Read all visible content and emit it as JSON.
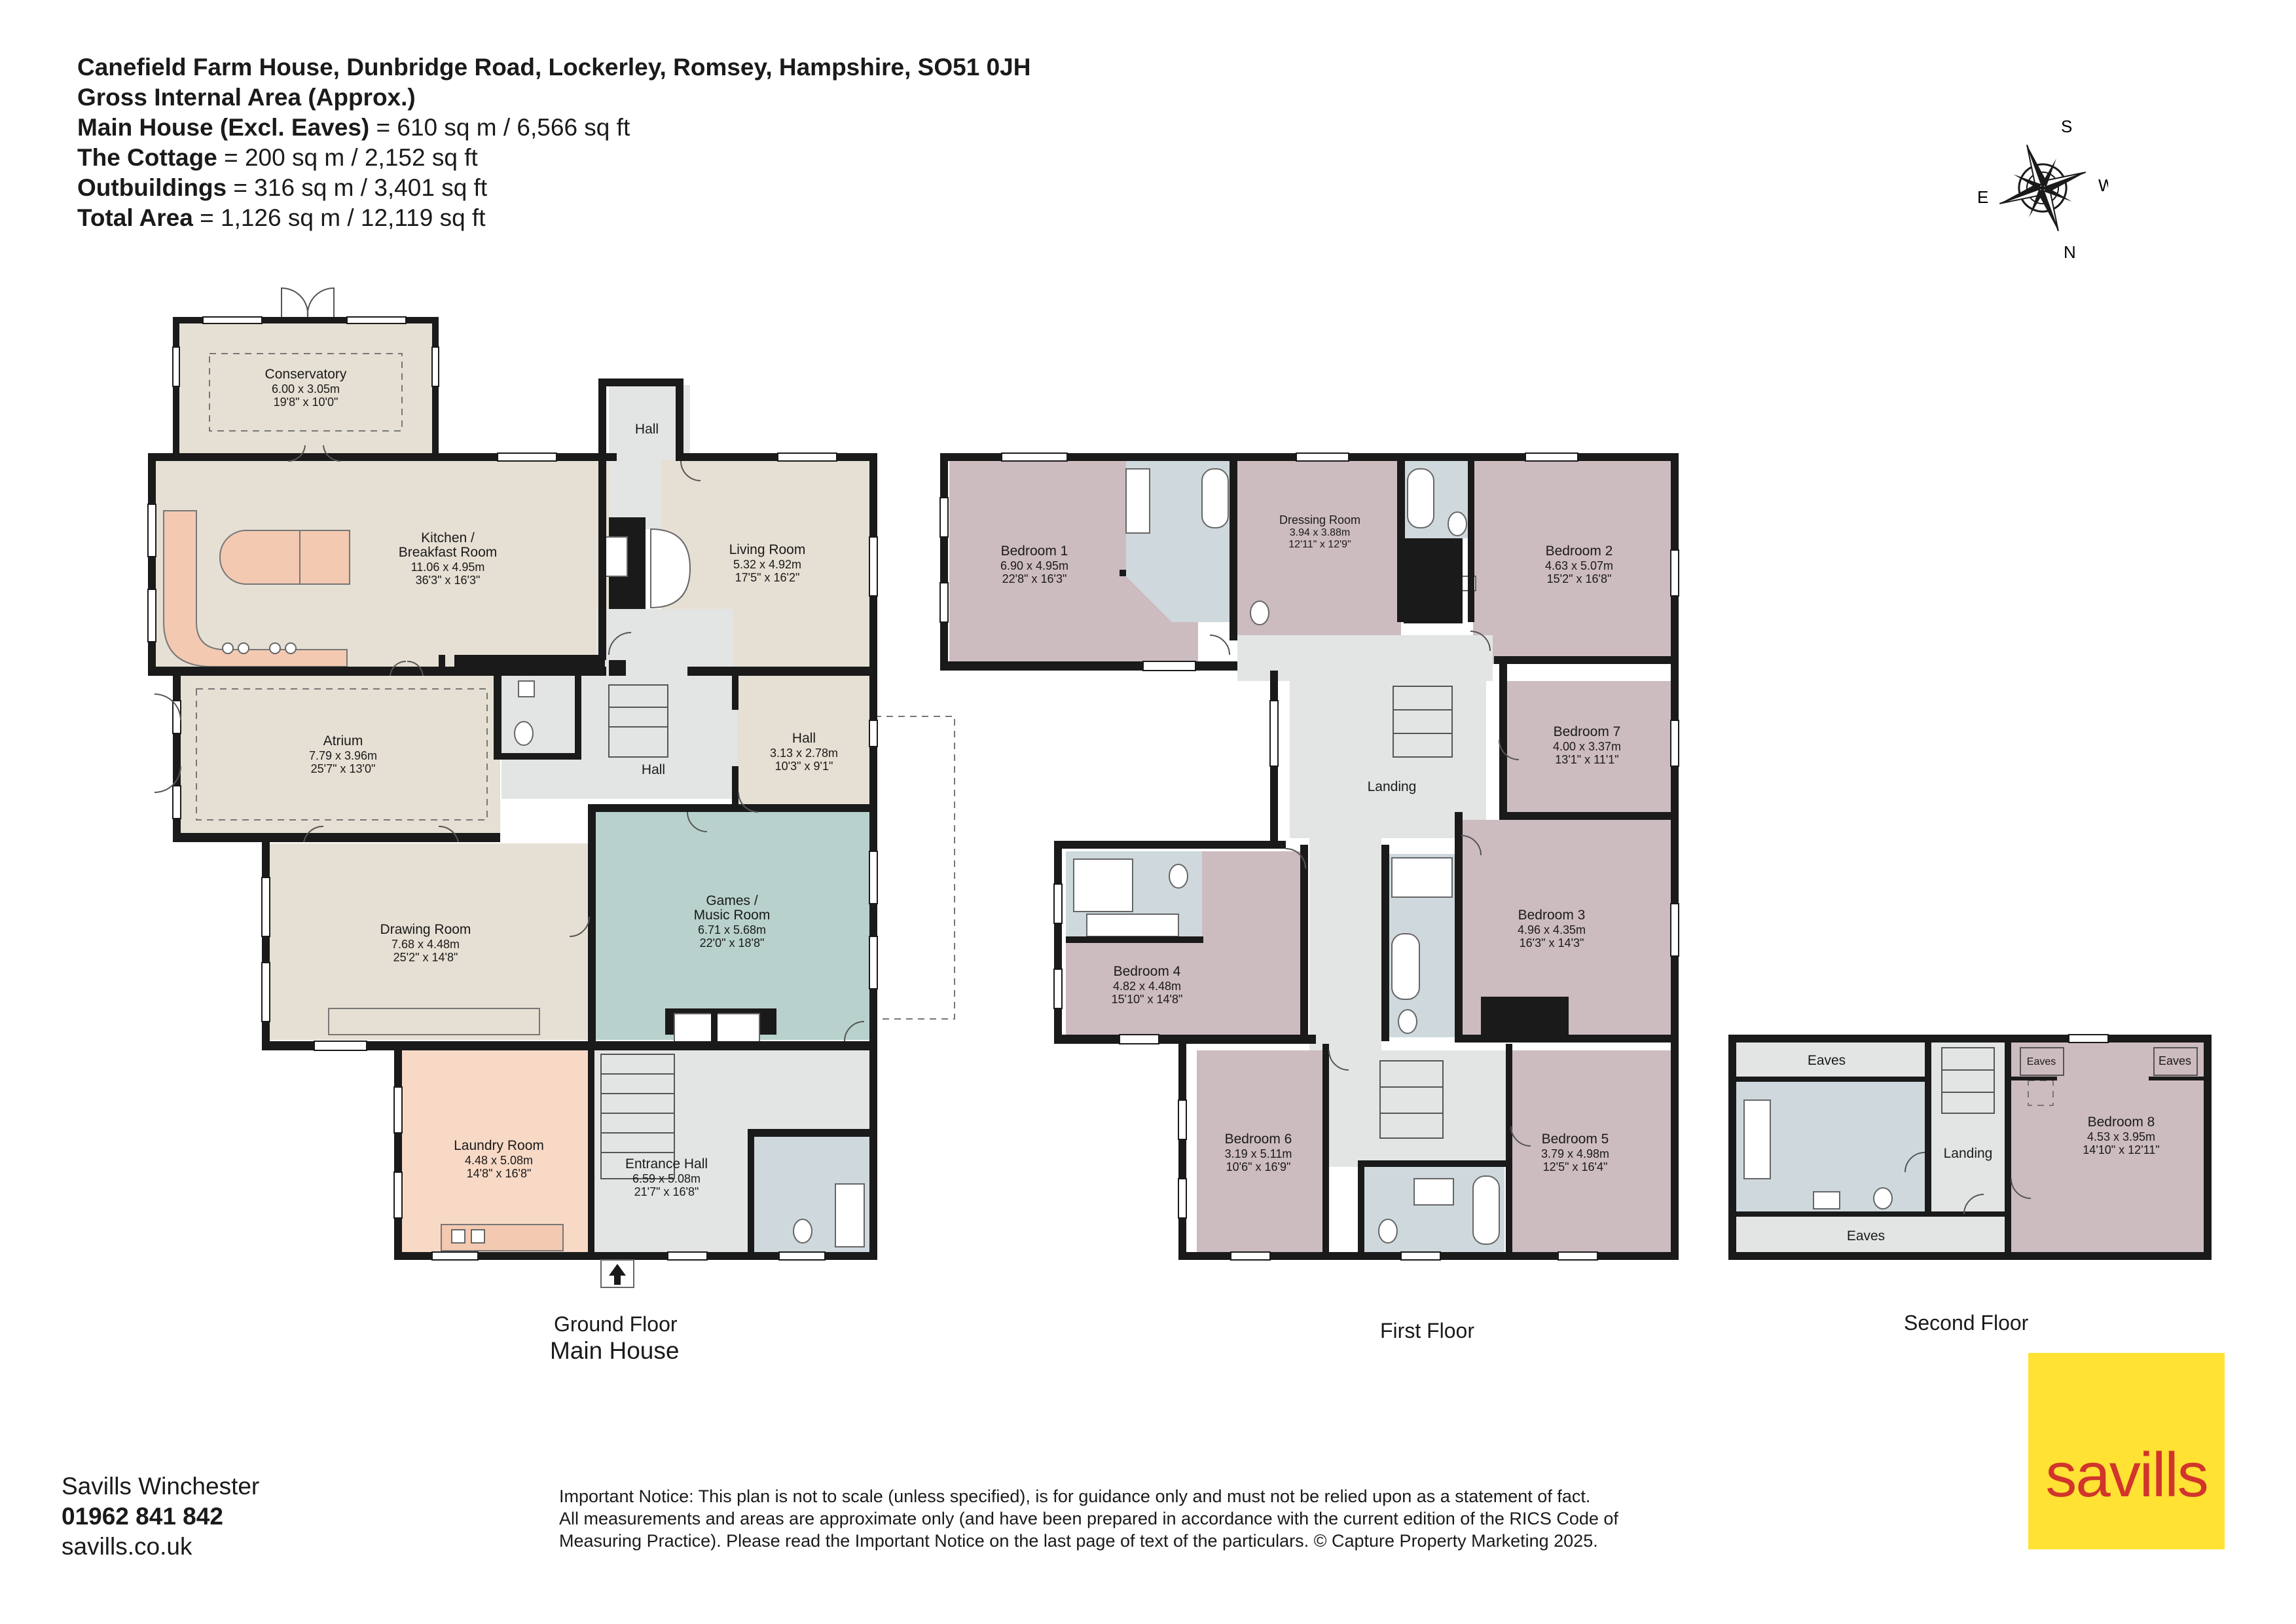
{
  "header": {
    "address": "Canefield Farm House, Dunbridge Road, Lockerley, Romsey, Hampshire, SO51 0JH",
    "gia": "Gross Internal Area (Approx.)",
    "areas": [
      {
        "label": "Main House (Excl. Eaves)",
        "value": " = 610 sq m / 6,566 sq ft"
      },
      {
        "label": "The Cottage",
        "value": " = 200 sq m / 2,152 sq ft"
      },
      {
        "label": "Outbuildings",
        "value": " = 316 sq m / 3,401 sq ft"
      },
      {
        "label": "Total Area",
        "value": " = 1,126 sq m / 12,119 sq ft"
      }
    ]
  },
  "compass": {
    "s": "S",
    "w": "W",
    "n": "N",
    "e": "E"
  },
  "rooms": {
    "conservatory": {
      "name": "Conservatory",
      "metric": "6.00 x 3.05m",
      "imperial": "19'8\" x 10'0\""
    },
    "kitchen": {
      "name": "Kitchen /",
      "name2": "Breakfast Room",
      "metric": "11.06 x 4.95m",
      "imperial": "36'3\" x 16'3\""
    },
    "hall_top": {
      "name": "Hall"
    },
    "living": {
      "name": "Living Room",
      "metric": "5.32 x 4.92m",
      "imperial": "17'5\" x 16'2\""
    },
    "atrium": {
      "name": "Atrium",
      "metric": "7.79 x 3.96m",
      "imperial": "25'7\" x 13'0\""
    },
    "hall_mid": {
      "name": "Hall"
    },
    "hall_right": {
      "name": "Hall",
      "metric": "3.13 x 2.78m",
      "imperial": "10'3\" x 9'1\""
    },
    "drawing": {
      "name": "Drawing Room",
      "metric": "7.68 x 4.48m",
      "imperial": "25'2\" x 14'8\""
    },
    "games": {
      "name": "Games /",
      "name2": "Music Room",
      "metric": "6.71 x 5.68m",
      "imperial": "22'0\" x 18'8\""
    },
    "laundry": {
      "name": "Laundry Room",
      "metric": "4.48 x 5.08m",
      "imperial": "14'8\" x 16'8\""
    },
    "entrance": {
      "name": "Entrance Hall",
      "metric": "6.59 x 5.08m",
      "imperial": "21'7\" x 16'8\""
    },
    "bed1": {
      "name": "Bedroom 1",
      "metric": "6.90 x 4.95m",
      "imperial": "22'8\" x 16'3\""
    },
    "dressing": {
      "name": "Dressing Room",
      "metric": "3.94 x 3.88m",
      "imperial": "12'11\" x 12'9\""
    },
    "bed2": {
      "name": "Bedroom 2",
      "metric": "4.63 x 5.07m",
      "imperial": "15'2\" x 16'8\""
    },
    "bed7": {
      "name": "Bedroom 7",
      "metric": "4.00 x 3.37m",
      "imperial": "13'1\" x 11'1\""
    },
    "landing1": {
      "name": "Landing"
    },
    "bed3": {
      "name": "Bedroom 3",
      "metric": "4.96 x 4.35m",
      "imperial": "16'3\" x 14'3\""
    },
    "bed4": {
      "name": "Bedroom 4",
      "metric": "4.82 x 4.48m",
      "imperial": "15'10\" x 14'8\""
    },
    "bed6": {
      "name": "Bedroom 6",
      "metric": "3.19 x 5.11m",
      "imperial": "10'6\" x 16'9\""
    },
    "bed5": {
      "name": "Bedroom 5",
      "metric": "3.79 x 4.98m",
      "imperial": "12'5\" x 16'4\""
    },
    "eaves1": {
      "name": "Eaves"
    },
    "eaves2": {
      "name": "Eaves"
    },
    "eaves3": {
      "name": "Eaves"
    },
    "eaves4": {
      "name": "Eaves"
    },
    "landing2": {
      "name": "Landing"
    },
    "bed8": {
      "name": "Bedroom 8",
      "metric": "4.53 x 3.95m",
      "imperial": "14'10\" x 12'11\""
    }
  },
  "floors": {
    "ground": "Ground Floor",
    "ground_sub": "Main House",
    "first": "First Floor",
    "second": "Second Floor"
  },
  "colors": {
    "wall": "#1a1a1a",
    "beige": "#e6e0d4",
    "bath": "#cfd9dd",
    "hall": "#e3e5e4",
    "bedroom": "#cdbcbf",
    "games": "#b8d1cc",
    "laundry": "#f7d9c6",
    "kitchen_unit": "#f3c9b2",
    "logo_bg": "#ffe234",
    "logo_text": "#d1352b"
  },
  "footer": {
    "office": "Savills Winchester",
    "phone": "01962 841 842",
    "web": "savills.co.uk",
    "notice1": "Important Notice: This plan is not to scale (unless specified), is for guidance only and must not be relied upon as a statement of fact.",
    "notice2": "All measurements and areas are approximate only (and have been prepared in accordance with the current edition of the RICS Code of",
    "notice3": "Measuring Practice). Please read the Important Notice on the last page of text of the particulars. © Capture Property Marketing 2025.",
    "logo": "savills"
  }
}
